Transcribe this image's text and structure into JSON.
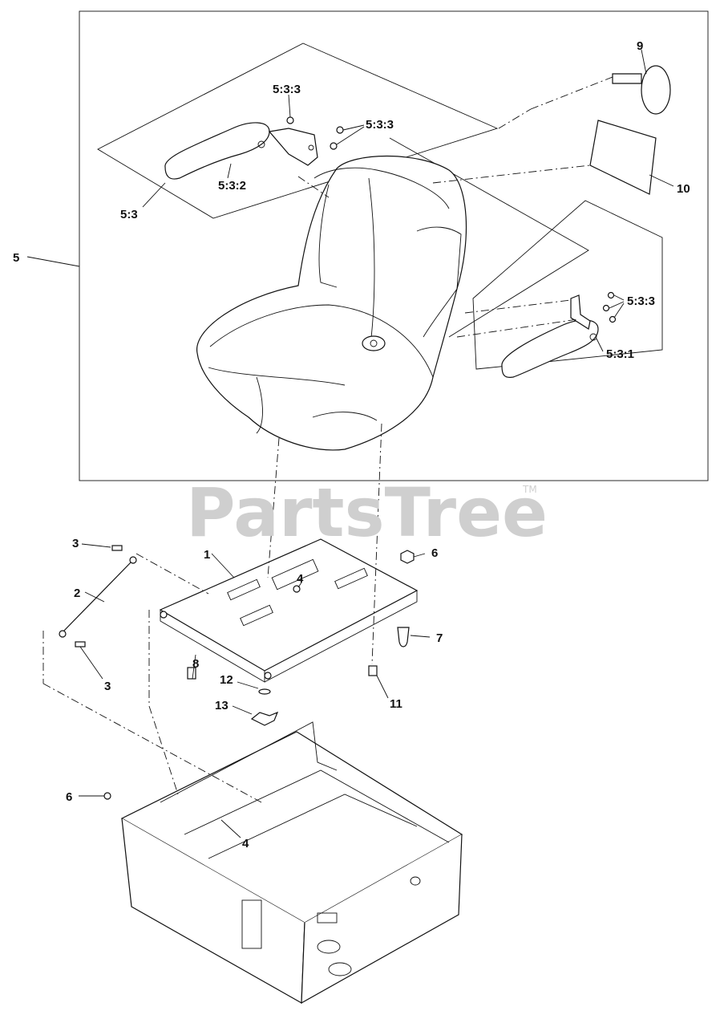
{
  "watermark": {
    "text": "PartsTree",
    "trademark": "TM"
  },
  "callouts": {
    "c1": "1",
    "c2": "2",
    "c3a": "3",
    "c3b": "3",
    "c4a": "4",
    "c4b": "4",
    "c5": "5",
    "c6a": "6",
    "c6b": "6",
    "c7": "7",
    "c8": "8",
    "c9": "9",
    "c10": "10",
    "c11": "11",
    "c12": "12",
    "c13": "13",
    "c53": "5:3",
    "c532": "5:3:2",
    "c531": "5:3:1",
    "c533a": "5:3:3",
    "c533b": "5:3:3",
    "c533c": "5:3:3"
  }
}
